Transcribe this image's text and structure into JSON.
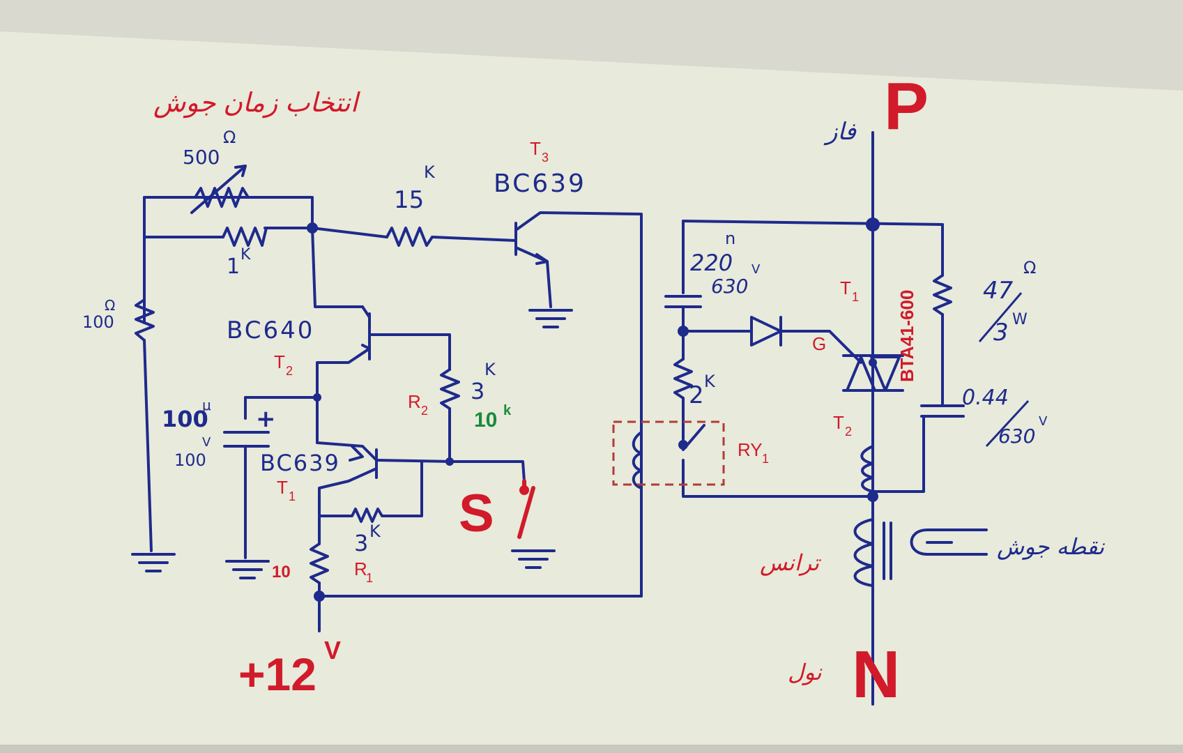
{
  "left": {
    "title_fa": "انتخاب زمان جوش",
    "pot_label": "500",
    "pot_unit": "Ω",
    "r1k_label": "1",
    "r1k_unit": "K",
    "r100_label": "100",
    "r100_unit": "Ω",
    "r15k_label": "15",
    "r15k_unit": "K",
    "t3_name": "T",
    "t3_sub": "3",
    "t3_part": "BC639",
    "t2_part": "BC640",
    "t2_name": "T",
    "t2_sub": "2",
    "cap_label": "100",
    "cap_unit": "μ",
    "cap_volt": "100",
    "cap_volt_unit": "V",
    "cap_plus": "+",
    "t1_part": "BC639",
    "t1_name": "T",
    "t1_sub": "1",
    "r2_name": "R",
    "r2_sub": "2",
    "r2_val": "3",
    "r2_unit": "K",
    "r2_alt": "10",
    "r2_alt_unit": "k",
    "r1_name": "R",
    "r1_sub": "1",
    "r1_val": "3",
    "r1_unit": "K",
    "r10_label": "10",
    "switch_label": "S",
    "supply_label": "+12",
    "supply_unit": "V"
  },
  "right": {
    "phase_label": "P",
    "phase_fa": "فاز",
    "neutral_label": "N",
    "neutral_fa": "نول",
    "cap_label": "220",
    "cap_unit": "n",
    "cap_volt": "630",
    "cap_volt_unit": "V",
    "r2k_label": "2",
    "r2k_unit": "K",
    "relay_label": "RY",
    "relay_sub": "1",
    "triac_t1": "T",
    "triac_t1_sub": "1",
    "triac_t2": "T",
    "triac_t2_sub": "2",
    "triac_g": "G",
    "triac_part": "BTA41-600",
    "r47_label": "47",
    "r47_unit": "Ω",
    "r47_watt": "3",
    "r47_watt_unit": "W",
    "cap2_label": "0.44",
    "cap2_volt": "630",
    "cap2_volt_unit": "V",
    "trans_fa": "ترانس",
    "weld_point_fa": "نقطه جوش"
  },
  "colors": {
    "paper": "#e8eadb",
    "ink_blue": "#1e2a8c",
    "ink_red": "#d11a2a",
    "ink_green": "#1a8a3a"
  }
}
